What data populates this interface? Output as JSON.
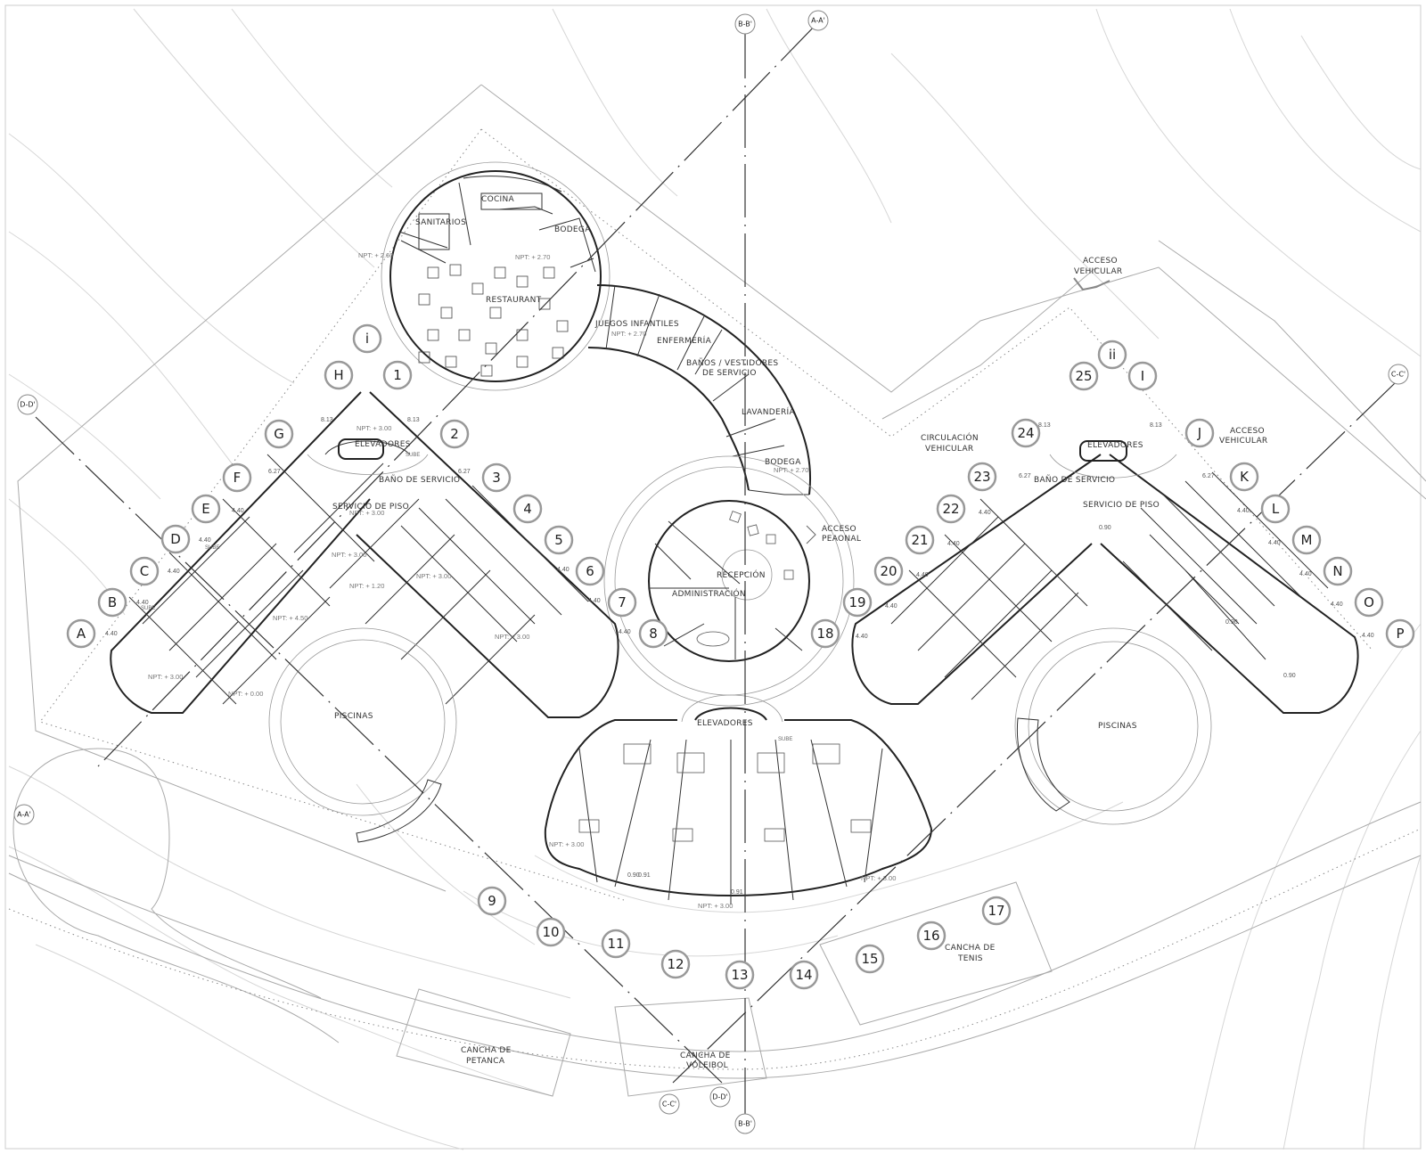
{
  "drawing": {
    "type": "architectural site / floor plan",
    "spaces": {
      "cocina": "COCINA",
      "sanitarios": "SANITARIOS",
      "bodega_restaurant": "BODEGA",
      "restaurant": "RESTAURANT",
      "juegos_infantiles": "JUEGOS INFANTILES",
      "enfermeria": "ENFERMERÍA",
      "banos_vestidores_1": "BAÑOS / VESTIDORES",
      "banos_vestidores_2": "DE SERVICIO",
      "lavanderia": "LAVANDERÍA",
      "bodega_service": "BODEGA",
      "recepcion": "RECEPCIÓN",
      "administracion": "ADMINISTRACIÓN",
      "acceso_peatonal_1": "ACCESO",
      "acceso_peatonal_2": "PEAONAL",
      "acceso_vehicular_top_1": "ACCESO",
      "acceso_vehicular_top_2": "VEHICULAR",
      "acceso_vehicular_right_1": "ACCESO",
      "acceso_vehicular_right_2": "VEHICULAR",
      "circulacion_1": "CIRCULACIÓN",
      "circulacion_2": "VEHICULAR",
      "elevadores_left": "ELEVADORES",
      "banio_servicio_left": "BAÑO DE SERVICIO",
      "servicio_piso_left": "SERVICIO DE PISO",
      "elevadores_right": "ELEVADORES",
      "banio_servicio_right": "BAÑO DE SERVICIO",
      "servicio_piso_right": "SERVICIO DE PISO",
      "elevadores_south": "ELEVADORES",
      "piscinas_left": "PISCINAS",
      "piscinas_right": "PISCINAS",
      "petanca_1": "CANCHA DE",
      "petanca_2": "PETANCA",
      "voleibol_1": "CANCHA DE",
      "voleibol_2": "VOLEIBOL",
      "tenis_1": "CANCHA DE",
      "tenis_2": "TENIS",
      "sube": "SUBE"
    },
    "levels": {
      "restaurant": "NPT: + 2.70",
      "restaurant_west": "NPT: + 2.60",
      "juegos": "NPT: + 2.70",
      "bodega": "NPT: + 2.70",
      "left_elev": "NPT: + 3.00",
      "left_serv": "NPT: + 3.00",
      "left_a": "NPT: + 3.00",
      "left_b": "NPT: + 3.00",
      "left_c": "NPT: + 1.20",
      "left_d": "NPT: + 4.50",
      "left_e": "NPT: + 3.00",
      "left_f": "NPT: + 3.00",
      "left_g": "NPT: + 0.00",
      "south_left": "NPT: + 3.00",
      "south_center": "NPT: + 3.00",
      "south_right": "NPT: + 3.00"
    },
    "dimensions": {
      "d813": "8.13",
      "d627": "6.27",
      "d440": "4.40",
      "d090": "0.90",
      "d091": "0.91"
    },
    "axes_letters": [
      "A",
      "B",
      "C",
      "D",
      "E",
      "F",
      "G",
      "H",
      "i",
      "I",
      "ii",
      "J",
      "K",
      "L",
      "M",
      "N",
      "O",
      "P"
    ],
    "axes_numbers": [
      "1",
      "2",
      "3",
      "4",
      "5",
      "6",
      "7",
      "8",
      "9",
      "10",
      "11",
      "12",
      "13",
      "14",
      "15",
      "16",
      "17",
      "18",
      "19",
      "20",
      "21",
      "22",
      "23",
      "24",
      "25"
    ],
    "sections": {
      "aa": "A-A'",
      "bb": "B-B'",
      "cc": "C-C'",
      "dd": "D-D'"
    }
  }
}
